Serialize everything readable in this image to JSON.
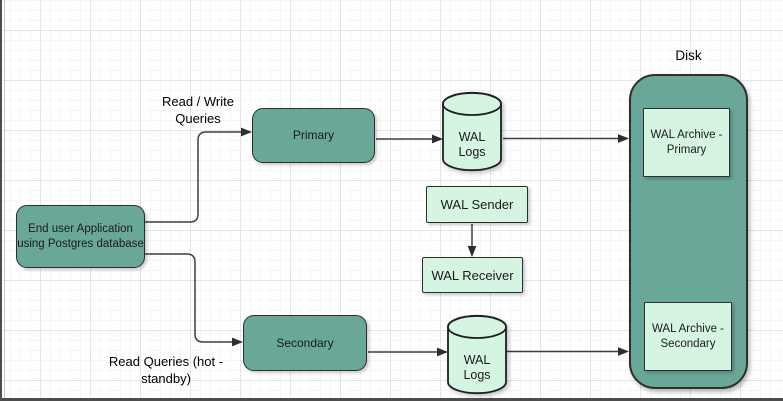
{
  "colors": {
    "canvas_bg": "#FFFFFF",
    "grid_minor": "#F5F5F5",
    "grid_major": "#E4E4E4",
    "node_fill_teal": "#69A799",
    "node_fill_mint": "#D5F5E2",
    "node_stroke": "#2E2E2E",
    "connector": "#3F3F3F",
    "text": "#1A1A1A"
  },
  "nodes": {
    "end_user": {
      "line1": "End user Application",
      "line2": "using Postgres database"
    },
    "primary": {
      "label": "Primary"
    },
    "secondary": {
      "label": "Secondary"
    },
    "wal_logs_primary": {
      "line1": "WAL",
      "line2": "Logs"
    },
    "wal_logs_secondary": {
      "line1": "WAL",
      "line2": "Logs"
    },
    "wal_sender": {
      "label": "WAL Sender"
    },
    "wal_receiver": {
      "label": "WAL Receiver"
    },
    "disk": {
      "label": "Disk"
    },
    "wal_archive_primary": {
      "line1": "WAL Archive -",
      "line2": "Primary"
    },
    "wal_archive_secondary": {
      "line1": "WAL Archive -",
      "line2": "Secondary"
    }
  },
  "edge_labels": {
    "read_write": {
      "line1": "Read / Write",
      "line2": "Queries"
    },
    "read_hot_standby": {
      "line1": "Read Queries (hot -",
      "line2": "standby)"
    }
  }
}
